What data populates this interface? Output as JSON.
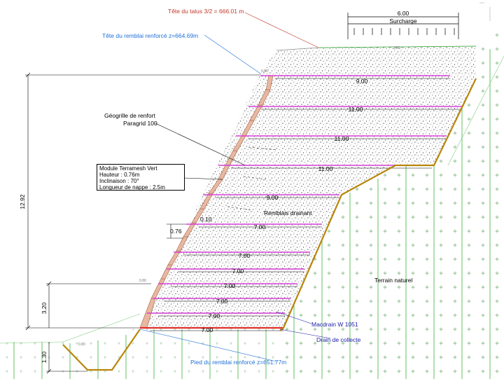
{
  "labels": {
    "talus_head": "Tête du talus 3/2 = 666.01 m",
    "embankment_head": "Tête du remblai renforcé z=664.69m",
    "geogrid_line1": "Géogrille de renfort",
    "geogrid_line2": "Paragrid 100",
    "drainage_fill": "Remblais drainant",
    "natural_ground": "Terrain naturel",
    "macdrain": "Macdrain W 1051",
    "collection_drain": "Drain de collecte",
    "embankment_toe": "Pied du remblai renforcé z=651.77m",
    "surcharge": "Surcharge",
    "surcharge_width": "6.00"
  },
  "module_box": {
    "title": "Module Terramesh Vert",
    "height": "Hauteur : 0.76m",
    "inclination": "Inclinaison : 70°",
    "sheet_length": "Longueur de nappe : 2.5m"
  },
  "dimensions": {
    "total_height": "12.92",
    "lower_height": "3.20",
    "module_height": "0.76",
    "offset": "0.10",
    "trench_depth": "1.30"
  },
  "small_marks": {
    "top_mark": "2.00",
    "top_left_mark": "0.80",
    "bottom_left_mark": "0.80",
    "trench_mark": "0.80"
  },
  "reinforcement_lengths": [
    "9.00",
    "11.00",
    "11.00",
    "11.00",
    "9.00",
    "7.00",
    "7.00",
    "7.00",
    "7.00",
    "7.00",
    "7.00",
    "7.00"
  ],
  "colors": {
    "geogrid": "#d63fd6",
    "base_layer": "#e0302a",
    "ground_line": "#b8860b",
    "facing": "#e8b8a0",
    "natural_grid": "#2eaa2e",
    "leader_red": "#c0392b",
    "leader_blue": "#1e6fd9",
    "leader_navy": "#1a1aa6"
  }
}
